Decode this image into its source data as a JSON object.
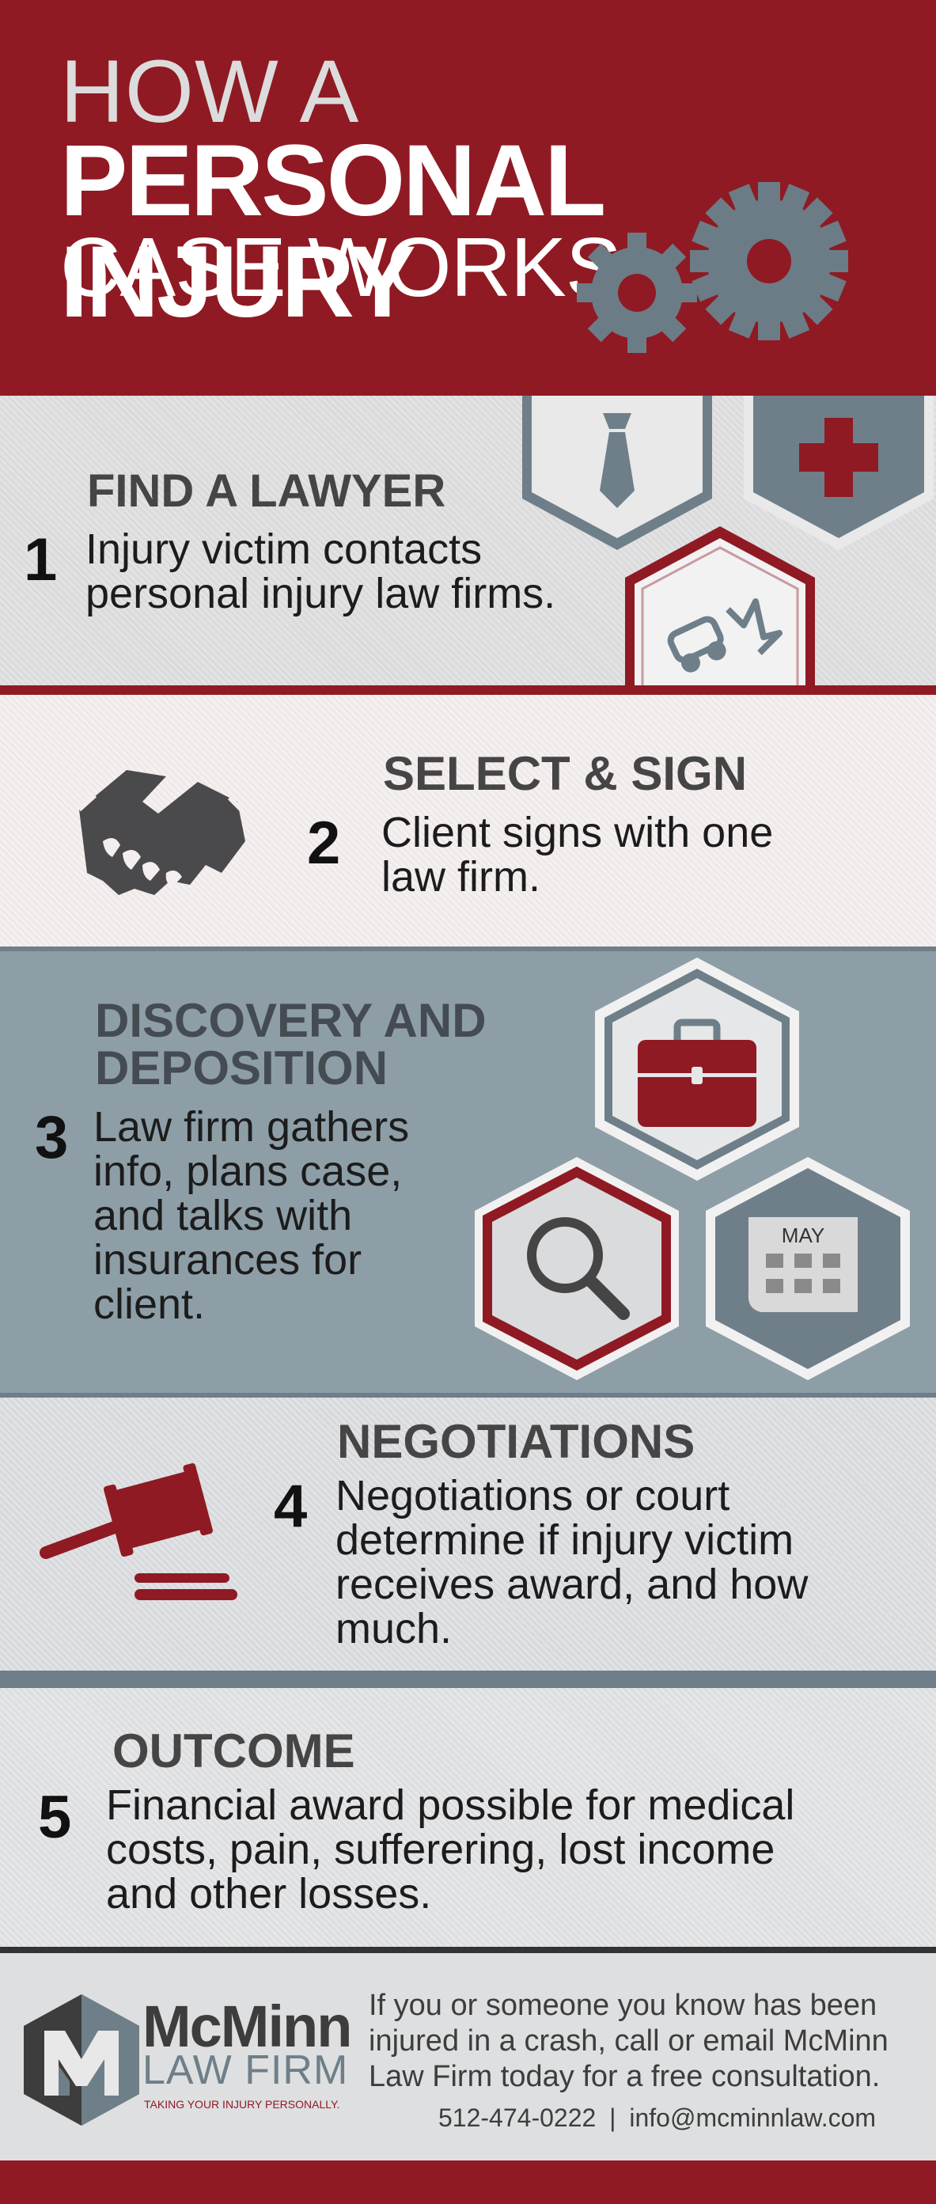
{
  "header": {
    "line1": "HOW A",
    "line2": "PERSONAL INJURY",
    "line3": "CASE WORKS"
  },
  "steps": [
    {
      "number": "1",
      "heading": "FIND A LAWYER",
      "body_lines": [
        "Injury victim contacts",
        "personal injury law firms."
      ]
    },
    {
      "number": "2",
      "heading": "SELECT & SIGN",
      "body_lines": [
        "Client signs with one",
        "law firm."
      ]
    },
    {
      "number": "3",
      "heading_lines": [
        "DISCOVERY AND",
        "DEPOSITION"
      ],
      "body_lines": [
        "Law firm gathers",
        "info, plans case,",
        "and talks with",
        "insurances for",
        "client."
      ],
      "calendar_label": "MAY"
    },
    {
      "number": "4",
      "heading": "NEGOTIATIONS",
      "body_lines": [
        "Negotiations or court",
        "determine if injury victim",
        "receives award, and how",
        "much."
      ]
    },
    {
      "number": "5",
      "heading": "OUTCOME",
      "body_lines": [
        "Financial award possible for medical",
        "costs, pain, sufferering, lost income",
        "and other losses."
      ]
    }
  ],
  "footer": {
    "brand_name": "McMinn",
    "brand_sub": "LAW FIRM",
    "tagline": "TAKING YOUR INJURY PERSONALLY.",
    "cta_lines": [
      "If you or someone you know has been",
      "injured in a crash, call or email McMinn",
      "Law Firm today for a free consultation."
    ],
    "phone": "512-474-0222",
    "separator": "|",
    "email": "info@mcminnlaw.com"
  },
  "colors": {
    "brand_red": "#8f1a23",
    "slate": "#6f7f89",
    "dark_text": "#454545"
  },
  "icons": [
    "gear-icon",
    "tie-icon",
    "medical-cross-icon",
    "car-crash-icon",
    "handshake-icon",
    "briefcase-icon",
    "magnifier-icon",
    "calendar-icon",
    "gavel-icon",
    "mcminn-logo"
  ]
}
